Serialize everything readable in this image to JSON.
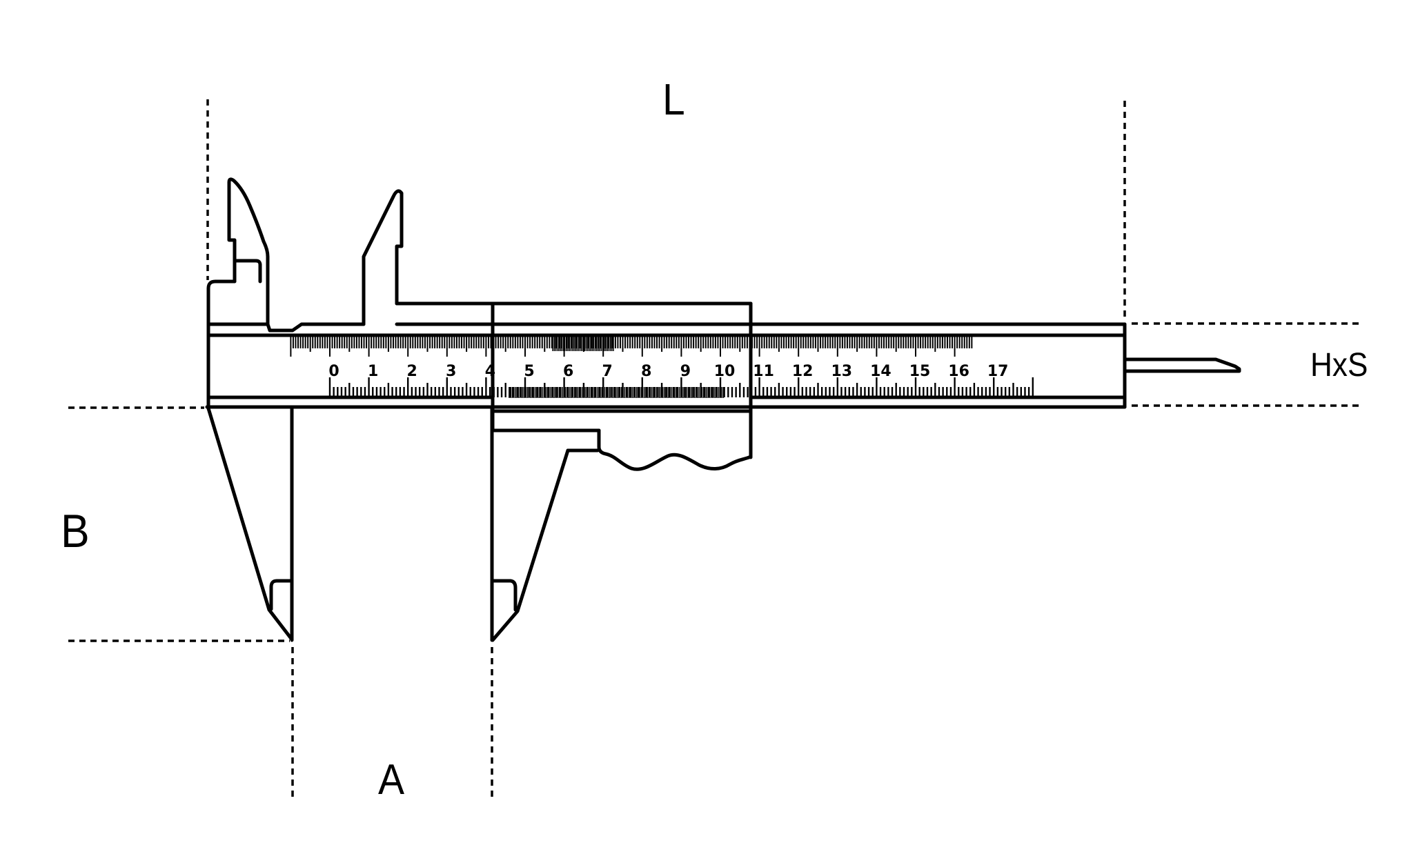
{
  "page": {
    "background_color": "#ffffff",
    "line_color": "#000000"
  },
  "diagram": {
    "subject": "vernier-caliper-dimensional-drawing",
    "labels": {
      "overall_length": "L",
      "jaw_depth": "B",
      "lower_jaw_span": "A",
      "depth_rod": "HxS"
    },
    "main_scale": {
      "numbers": [
        "0",
        "1",
        "2",
        "3",
        "4",
        "5",
        "6",
        "7",
        "8",
        "9",
        "10",
        "11",
        "12",
        "13",
        "14",
        "15",
        "16",
        "17"
      ]
    }
  }
}
